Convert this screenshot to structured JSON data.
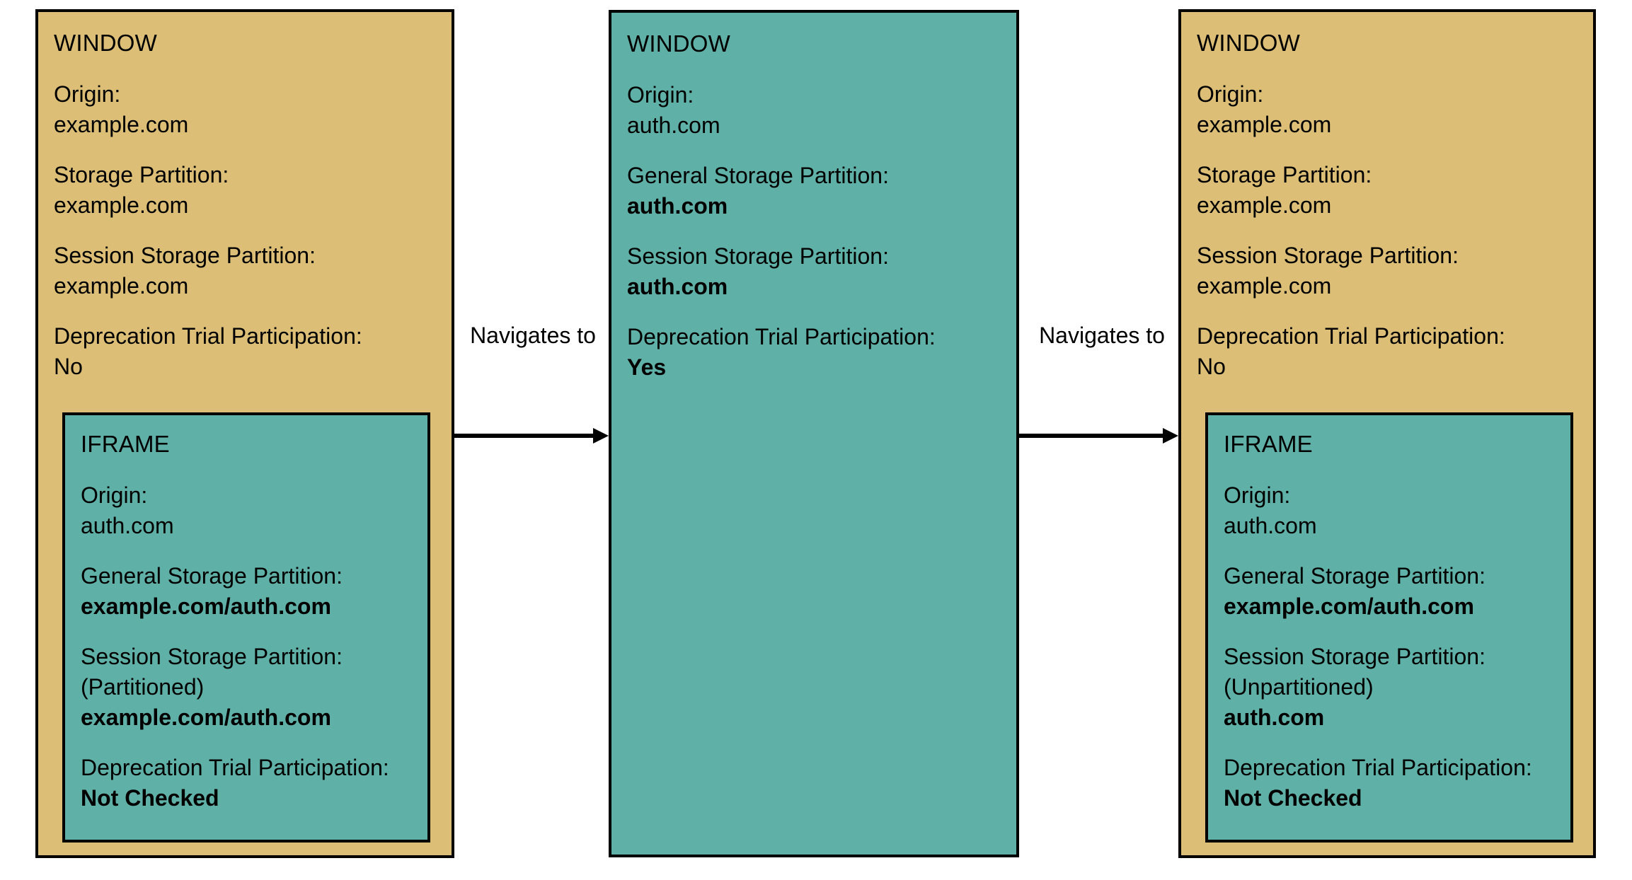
{
  "diagram": {
    "colors": {
      "window_tan": "#dcbe76",
      "partition_teal": "#5fb0a7",
      "outline": "#000000",
      "background": "#ffffff"
    },
    "panels": [
      {
        "id": "panel-1",
        "title": "WINDOW",
        "fields": [
          {
            "label": "Origin:",
            "value": "example.com",
            "bold": false
          },
          {
            "label": "Storage Partition:",
            "value": "example.com",
            "bold": false
          },
          {
            "label": "Session Storage Partition:",
            "value": "example.com",
            "bold": false
          },
          {
            "label": "Deprecation Trial Participation:",
            "value": "No",
            "bold": false
          }
        ],
        "iframe": {
          "title": "IFRAME",
          "fields": [
            {
              "label": "Origin:",
              "sub": "",
              "value": "auth.com",
              "bold": false
            },
            {
              "label": "General Storage Partition:",
              "sub": "",
              "value": "example.com/auth.com",
              "bold": true
            },
            {
              "label": "Session Storage Partition:",
              "sub": "(Partitioned)",
              "value": "example.com/auth.com",
              "bold": true
            },
            {
              "label": "Deprecation Trial Participation:",
              "sub": "",
              "value": "Not Checked",
              "bold": true
            }
          ]
        }
      },
      {
        "id": "panel-2",
        "title": "WINDOW",
        "fields": [
          {
            "label": "Origin:",
            "value": "auth.com",
            "bold": false
          },
          {
            "label": "General Storage Partition:",
            "value": "auth.com",
            "bold": true
          },
          {
            "label": "Session Storage Partition:",
            "value": "auth.com",
            "bold": true
          },
          {
            "label": "Deprecation Trial Participation:",
            "value": "Yes",
            "bold": true
          }
        ],
        "iframe": null
      },
      {
        "id": "panel-3",
        "title": "WINDOW",
        "fields": [
          {
            "label": "Origin:",
            "value": "example.com",
            "bold": false
          },
          {
            "label": "Storage Partition:",
            "value": "example.com",
            "bold": false
          },
          {
            "label": "Session Storage Partition:",
            "value": "example.com",
            "bold": false
          },
          {
            "label": "Deprecation Trial Participation:",
            "value": "No",
            "bold": false
          }
        ],
        "iframe": {
          "title": "IFRAME",
          "fields": [
            {
              "label": "Origin:",
              "sub": "",
              "value": "auth.com",
              "bold": false
            },
            {
              "label": "General Storage Partition:",
              "sub": "",
              "value": "example.com/auth.com",
              "bold": true
            },
            {
              "label": "Session Storage Partition:",
              "sub": "(Unpartitioned)",
              "value": "auth.com",
              "bold": true
            },
            {
              "label": "Deprecation Trial Participation:",
              "sub": "",
              "value": "Not Checked",
              "bold": true
            }
          ]
        }
      }
    ],
    "arrows": [
      {
        "id": "arrow-1",
        "label": "Navigates to"
      },
      {
        "id": "arrow-2",
        "label": "Navigates to"
      }
    ]
  }
}
